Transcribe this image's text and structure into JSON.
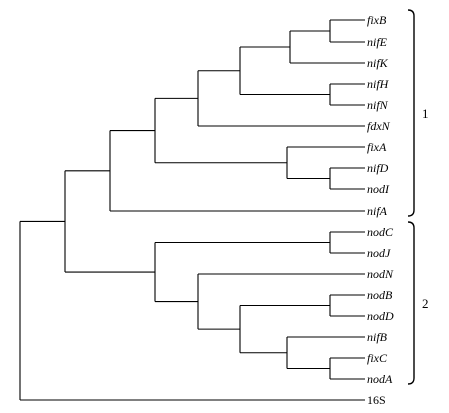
{
  "tree": {
    "leaves": [
      {
        "id": "fixB",
        "label": "fixB",
        "italic": true
      },
      {
        "id": "nifE",
        "label": "nifE",
        "italic": true
      },
      {
        "id": "nifK",
        "label": "nifK",
        "italic": true
      },
      {
        "id": "nifH",
        "label": "nifH",
        "italic": true
      },
      {
        "id": "nifN",
        "label": "nifN",
        "italic": true
      },
      {
        "id": "fdxN",
        "label": "fdxN",
        "italic": true
      },
      {
        "id": "fixA",
        "label": "fixA",
        "italic": true
      },
      {
        "id": "nifD",
        "label": "nifD",
        "italic": true
      },
      {
        "id": "nodI",
        "label": "nodI",
        "italic": true
      },
      {
        "id": "nifA",
        "label": "nifA",
        "italic": true
      },
      {
        "id": "nodC",
        "label": "nodC",
        "italic": true
      },
      {
        "id": "nodJ",
        "label": "nodJ",
        "italic": true
      },
      {
        "id": "nodN",
        "label": "nodN",
        "italic": true
      },
      {
        "id": "nodB",
        "label": "nodB",
        "italic": true
      },
      {
        "id": "nodD",
        "label": "nodD",
        "italic": true
      },
      {
        "id": "nifB",
        "label": "nifB",
        "italic": true
      },
      {
        "id": "fixC",
        "label": "fixC",
        "italic": true
      },
      {
        "id": "nodA",
        "label": "nodA",
        "italic": true
      },
      {
        "id": "16S",
        "label": "16S",
        "italic": false
      }
    ],
    "groups": [
      {
        "label": "1",
        "members": [
          "fixB",
          "nifE",
          "nifK",
          "nifH",
          "nifN",
          "fdxN",
          "fixA",
          "nifD",
          "nodI",
          "nifA"
        ]
      },
      {
        "label": "2",
        "members": [
          "nodC",
          "nodJ",
          "nodN",
          "nodB",
          "nodD",
          "nifB",
          "fixC",
          "nodA"
        ]
      }
    ]
  }
}
